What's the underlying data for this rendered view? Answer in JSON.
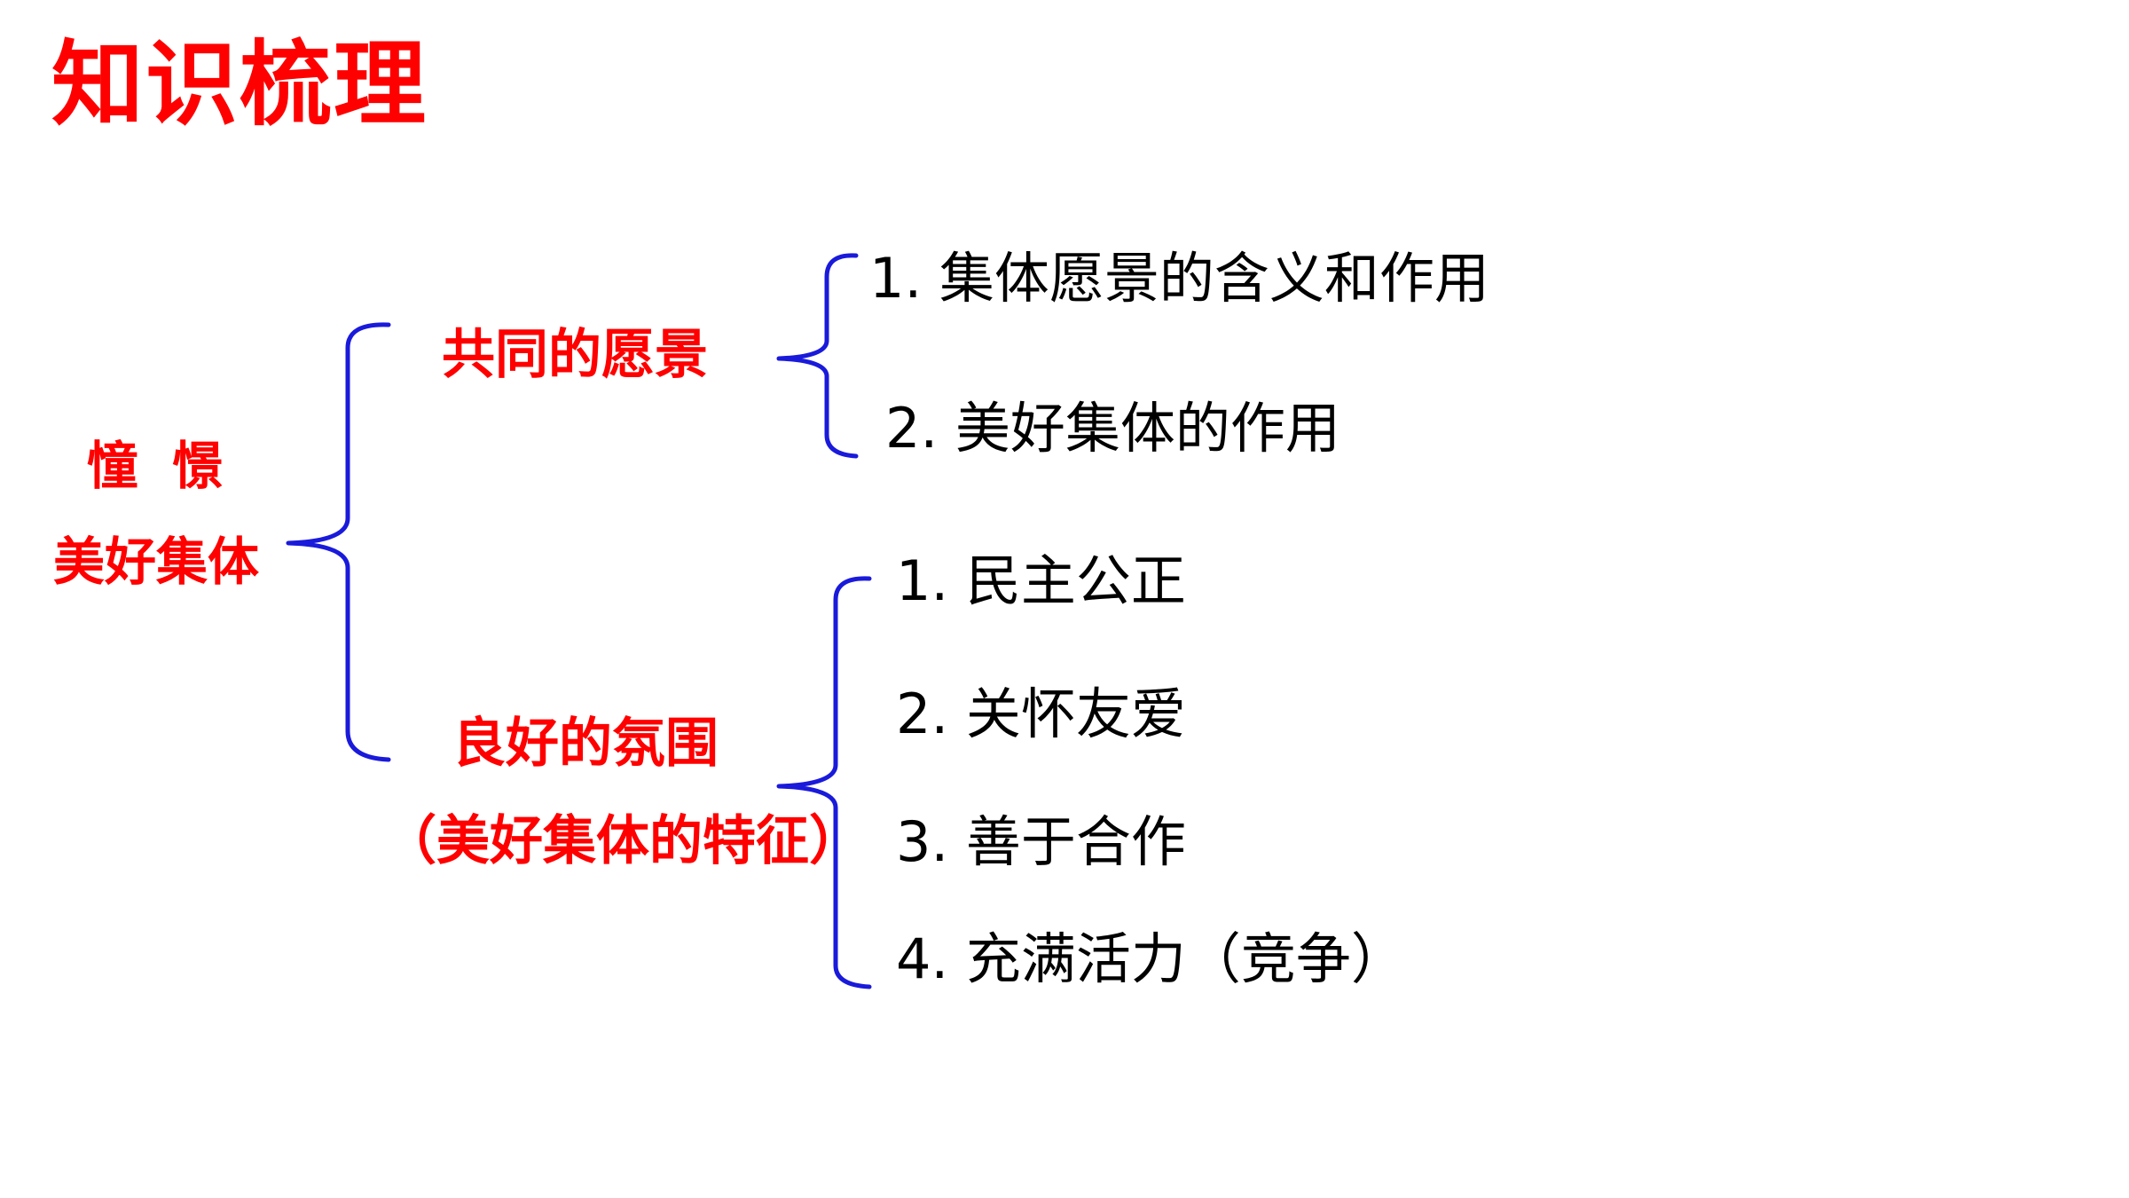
{
  "title": "知识梳理",
  "root": {
    "line1": "憧憬",
    "line2": "美好集体",
    "color": "#ff0000"
  },
  "branches": [
    {
      "label": "共同的愿景",
      "items": [
        "1. 集体愿景的含义和作用",
        "2. 美好集体的作用"
      ]
    },
    {
      "label": "良好的氛围",
      "sublabel": "（美好集体的特征）",
      "items": [
        "1. 民主公正",
        "2. 关怀友爱",
        "3. 善于合作",
        "4. 充满活力（竞争）"
      ]
    }
  ],
  "colors": {
    "accent": "#ff0000",
    "bracket": "#1a1adb",
    "text": "#000000"
  }
}
